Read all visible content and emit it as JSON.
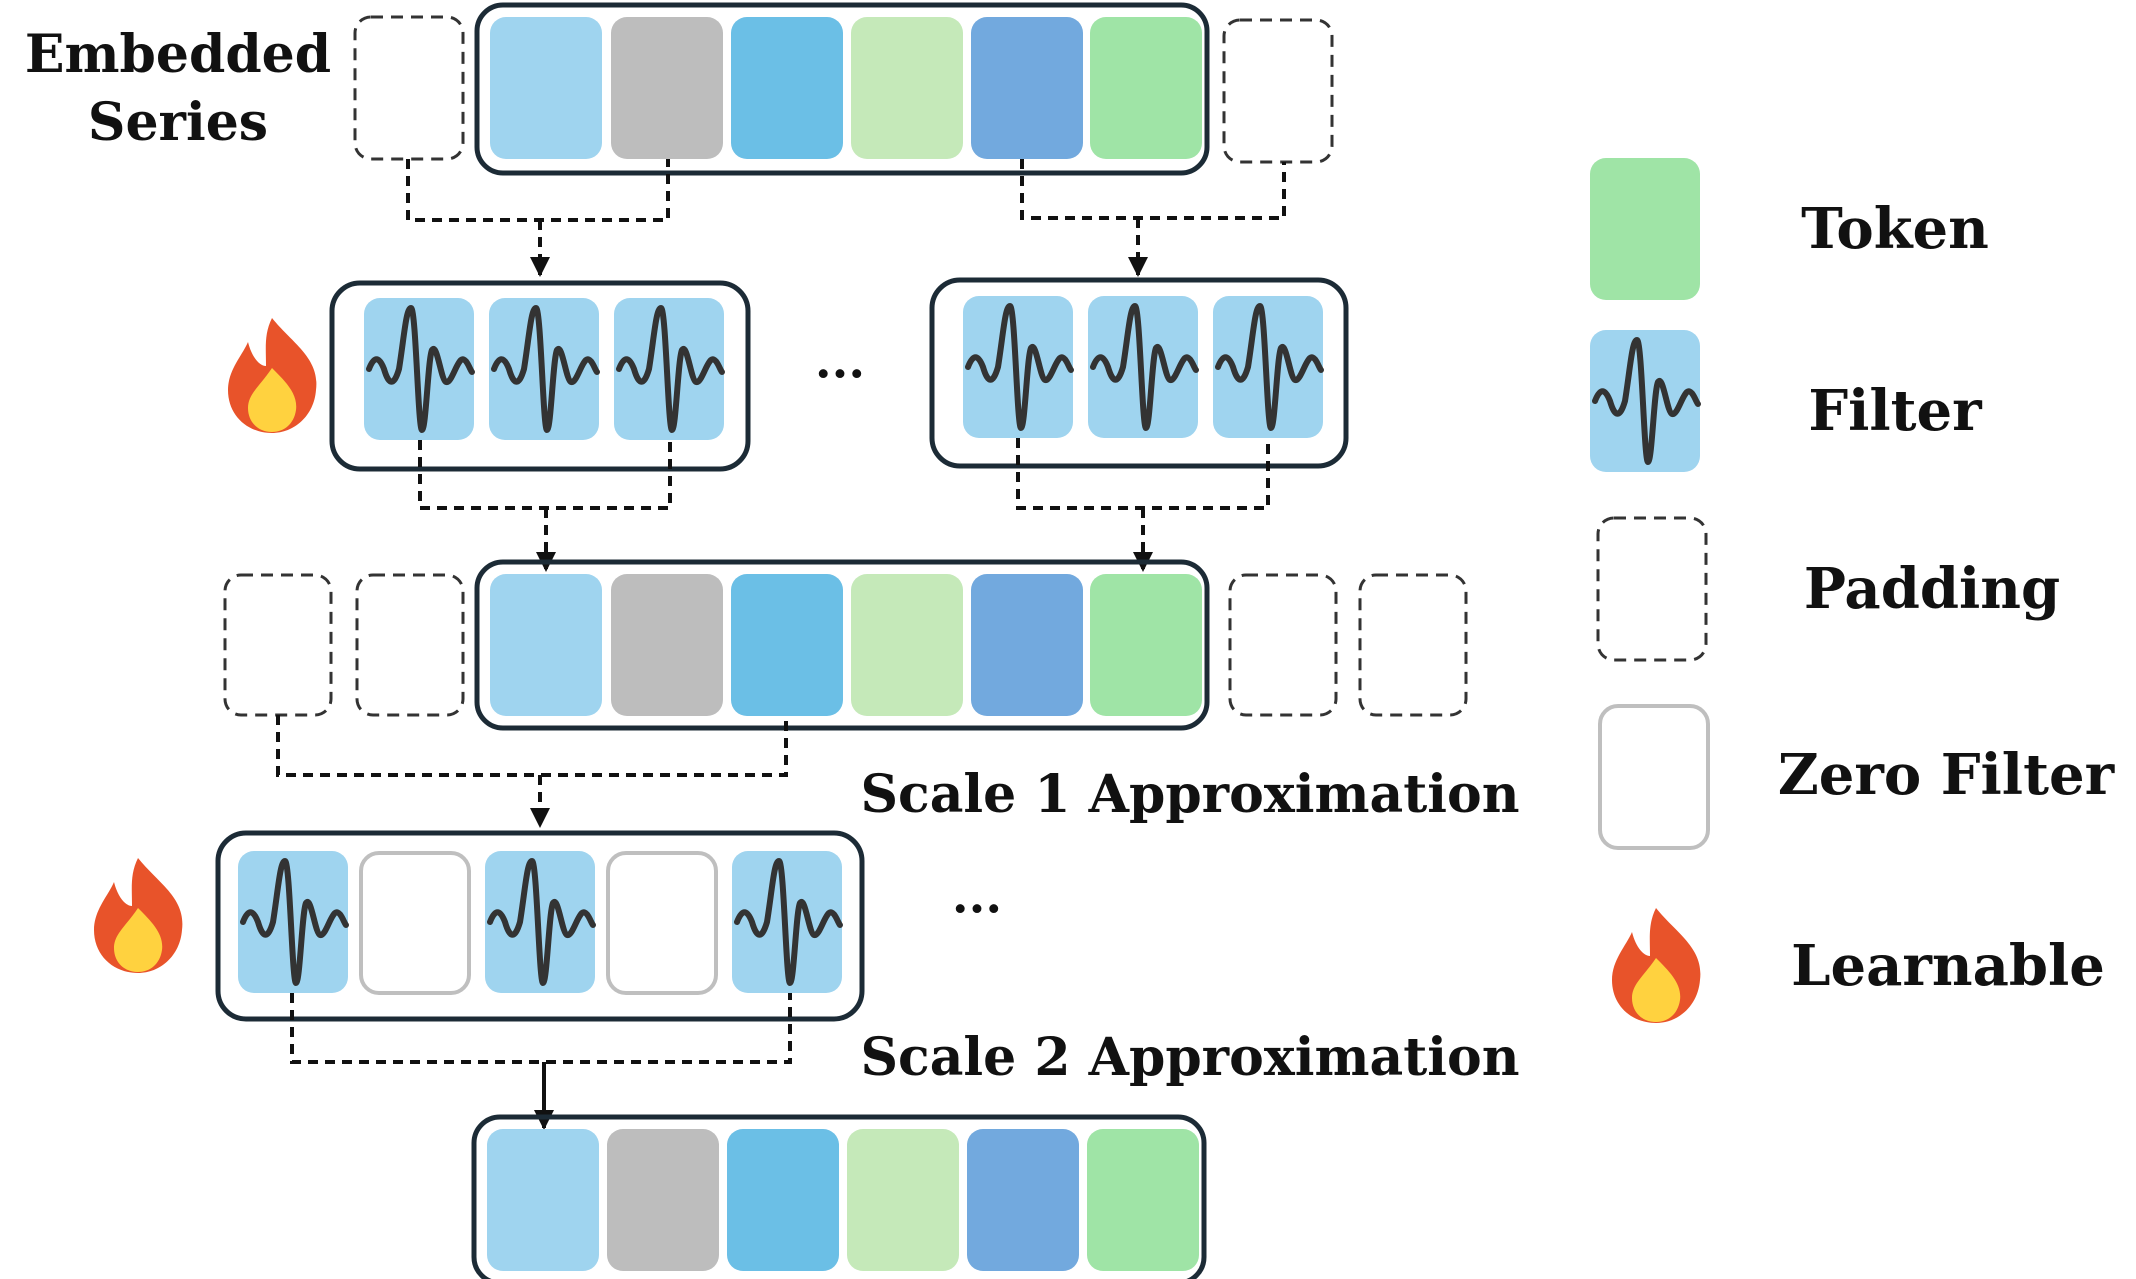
{
  "labels": {
    "embedded_series_line1": "Embedded",
    "embedded_series_line2": "Series",
    "scale1": "Scale 1 Approximation",
    "scale2": "Scale 2 Approximation",
    "ellipsis_top": "···",
    "ellipsis_middle": "···"
  },
  "legend": {
    "token": "Token",
    "filter": "Filter",
    "padding": "Padding",
    "zero_filter": "Zero Filter",
    "learnable": "Learnable"
  },
  "token_colors": [
    "#9fd4ef",
    "#bdbdbd",
    "#6bbfe6",
    "#c5e9b9",
    "#72a9de",
    "#9fe4a6"
  ],
  "colors": {
    "filter_fill": "#9fd4ef",
    "wave_stroke": "#333333",
    "frame_stroke": "#1c2b36",
    "zero_filter_stroke": "#bfbfbf",
    "padding_stroke": "#333333",
    "connector": "#111111",
    "flame_outer": "#e8532a",
    "flame_inner": "#ffd23f"
  },
  "icons": [
    "flame-icon",
    "wave-icon"
  ]
}
